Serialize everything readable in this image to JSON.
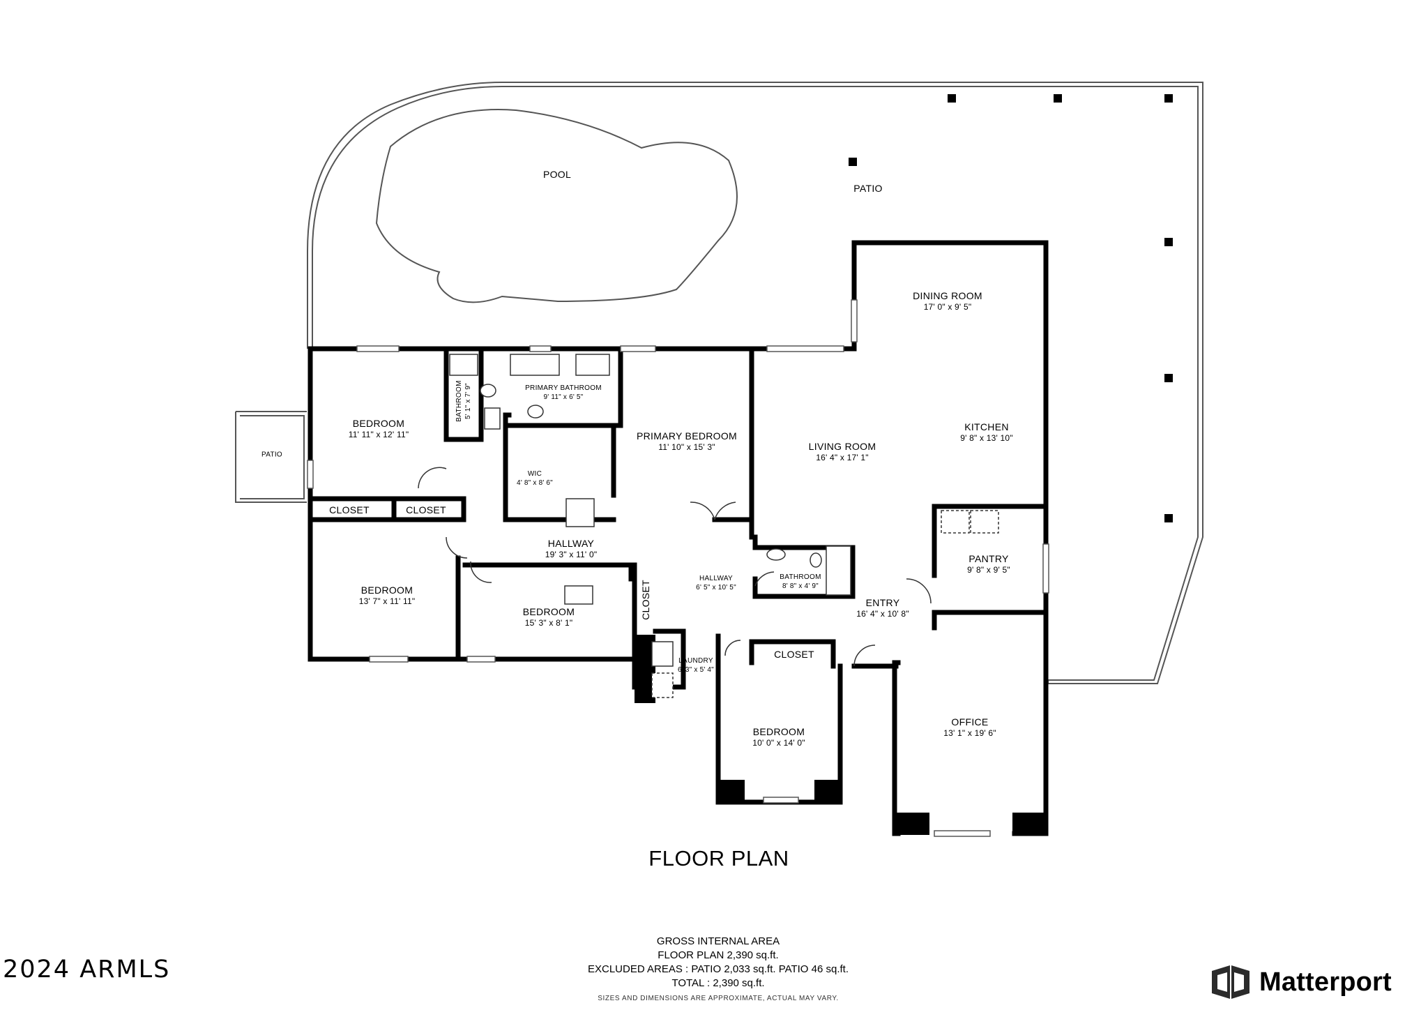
{
  "rooms": {
    "pool": {
      "name": "POOL"
    },
    "patio_main": {
      "name": "PATIO"
    },
    "patio_side": {
      "name": "PATIO"
    },
    "dining_room": {
      "name": "DINING ROOM",
      "dims": "17' 0\" x 9' 5\""
    },
    "kitchen": {
      "name": "KITCHEN",
      "dims": "9' 8\" x 13' 10\""
    },
    "living_room": {
      "name": "LIVING ROOM",
      "dims": "16' 4\" x 17' 1\""
    },
    "pantry": {
      "name": "PANTRY",
      "dims": "9' 8\" x 9' 5\""
    },
    "entry": {
      "name": "ENTRY",
      "dims": "16' 4\" x 10' 8\""
    },
    "office": {
      "name": "OFFICE",
      "dims": "13' 1\" x 19' 6\""
    },
    "bedroom_1": {
      "name": "BEDROOM",
      "dims": "11' 11\" x 12' 11\""
    },
    "bathroom_1": {
      "name": "BATHROOM",
      "dims": "5' 1\" x 7' 9\""
    },
    "primary_bathroom": {
      "name": "PRIMARY BATHROOM",
      "dims": "9' 11\" x 6' 5\""
    },
    "primary_bedroom": {
      "name": "PRIMARY BEDROOM",
      "dims": "11' 10\" x 15' 3\""
    },
    "wic": {
      "name": "WIC",
      "dims": "4' 8\" x 8' 6\""
    },
    "closet_1": {
      "name": "CLOSET"
    },
    "closet_2": {
      "name": "CLOSET"
    },
    "closet_3": {
      "name": "CLOSET"
    },
    "closet_4": {
      "name": "CLOSET"
    },
    "hallway_main": {
      "name": "HALLWAY",
      "dims": "19' 3\" x 11' 0\""
    },
    "hallway_small": {
      "name": "HALLWAY",
      "dims": "6' 5\" x 10' 5\""
    },
    "bathroom_2": {
      "name": "BATHROOM",
      "dims": "8' 8\" x 4' 9\""
    },
    "bedroom_2": {
      "name": "BEDROOM",
      "dims": "13' 7\" x 11' 11\""
    },
    "bedroom_3": {
      "name": "BEDROOM",
      "dims": "15' 3\" x 8' 1\""
    },
    "laundry": {
      "name": "LAUNDRY",
      "dims": "6' 3\" x 5' 4\""
    },
    "bedroom_4": {
      "name": "BEDROOM",
      "dims": "10' 0\" x 14' 0\""
    }
  },
  "title": "FLOOR PLAN",
  "areas": {
    "heading": "GROSS INTERNAL AREA",
    "floor_plan": "FLOOR PLAN 2,390 sq.ft.",
    "excluded": "EXCLUDED AREAS :  PATIO 2,033 sq.ft.   PATIO 46 sq.ft.",
    "total": "TOTAL :  2,390 sq.ft.",
    "note": "SIZES AND DIMENSIONS ARE APPROXIMATE, ACTUAL MAY VARY."
  },
  "copyright": "2024 ARMLS",
  "brand": {
    "name": "Matterport",
    "icon": "matterport-logo-icon"
  }
}
